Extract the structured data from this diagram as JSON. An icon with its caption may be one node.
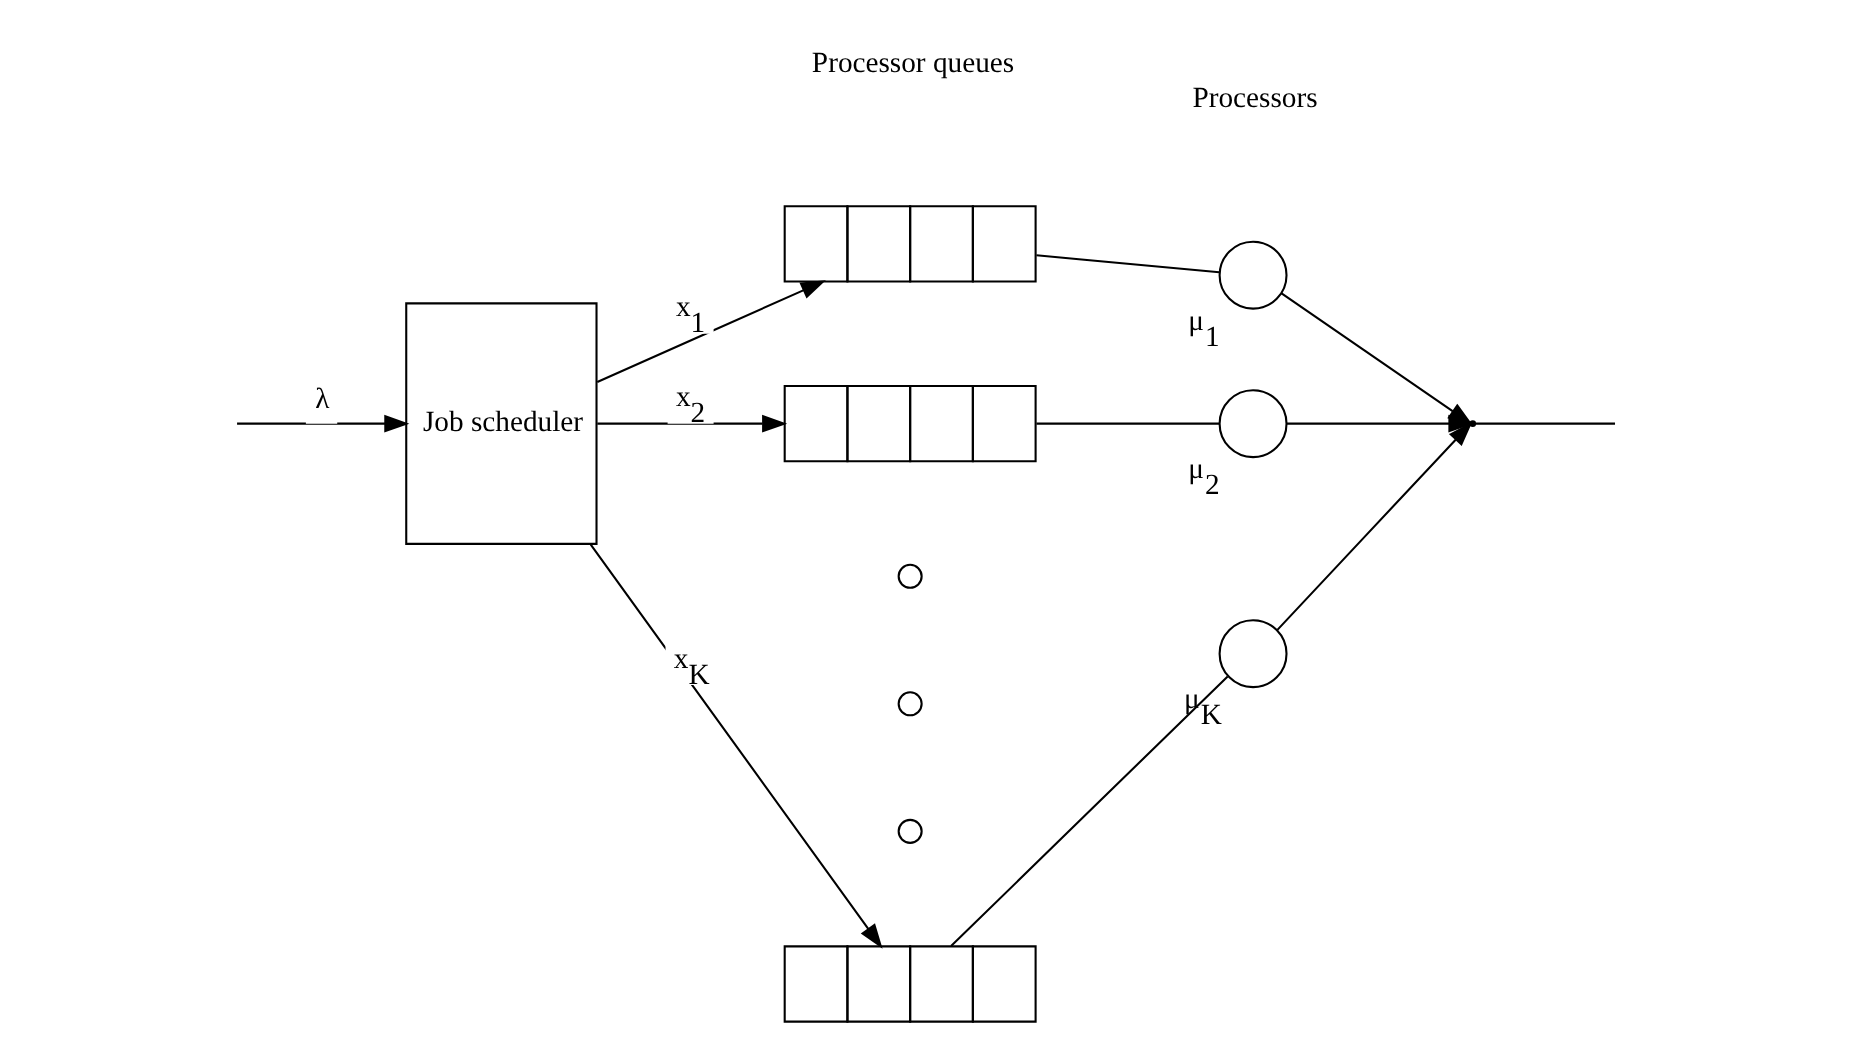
{
  "diagram": {
    "nodes": [
      {
        "text": [
          "Job scheduler"
        ]
      },
      {
        "text": [],
        "shape": "box"
      },
      {
        "text": [],
        "shape": "box"
      },
      {
        "text": [],
        "shape": "circle"
      },
      {
        "text": [],
        "shape": "circle"
      },
      {
        "text": [],
        "shape": "circle"
      },
      {
        "text": [],
        "shape": "box"
      },
      {
        "text": [],
        "shape": "circle",
        "beside": [
          "μ$_{1}$"
        ]
      },
      {
        "text": [],
        "shape": "circle",
        "beside": [
          "μ$_{2}$"
        ]
      },
      {
        "text": [],
        "shape": "circle",
        "beside": [
          "μ$_{K}$"
        ]
      }
    ],
    "edges": [
      {
        "from": null,
        "to": 0,
        "arrow": "to",
        "label": "λ"
      },
      {
        "from": 0,
        "to": 1,
        "arrow": "to",
        "label": "x$_{1}$"
      },
      {
        "from": 0,
        "to": 2,
        "arrow": "to",
        "label": "x$_{2}$"
      },
      {
        "from": 0,
        "to": 6,
        "arrow": "to",
        "label": "x$_{K}$"
      },
      {
        "from": 1,
        "to": 7,
        "arrow": "none"
      },
      {
        "from": 2,
        "to": 8,
        "arrow": "none"
      },
      {
        "from": 6,
        "to": 9,
        "arrow": "none"
      },
      {
        "from": 7,
        "to": null,
        "arrow": "to"
      },
      {
        "from": 8,
        "to": null,
        "arrow": "to"
      },
      {
        "from": 9,
        "to": null,
        "arrow": "to"
      }
    ],
    "labels": [
      "Processor queues",
      "Processors"
    ]
  }
}
